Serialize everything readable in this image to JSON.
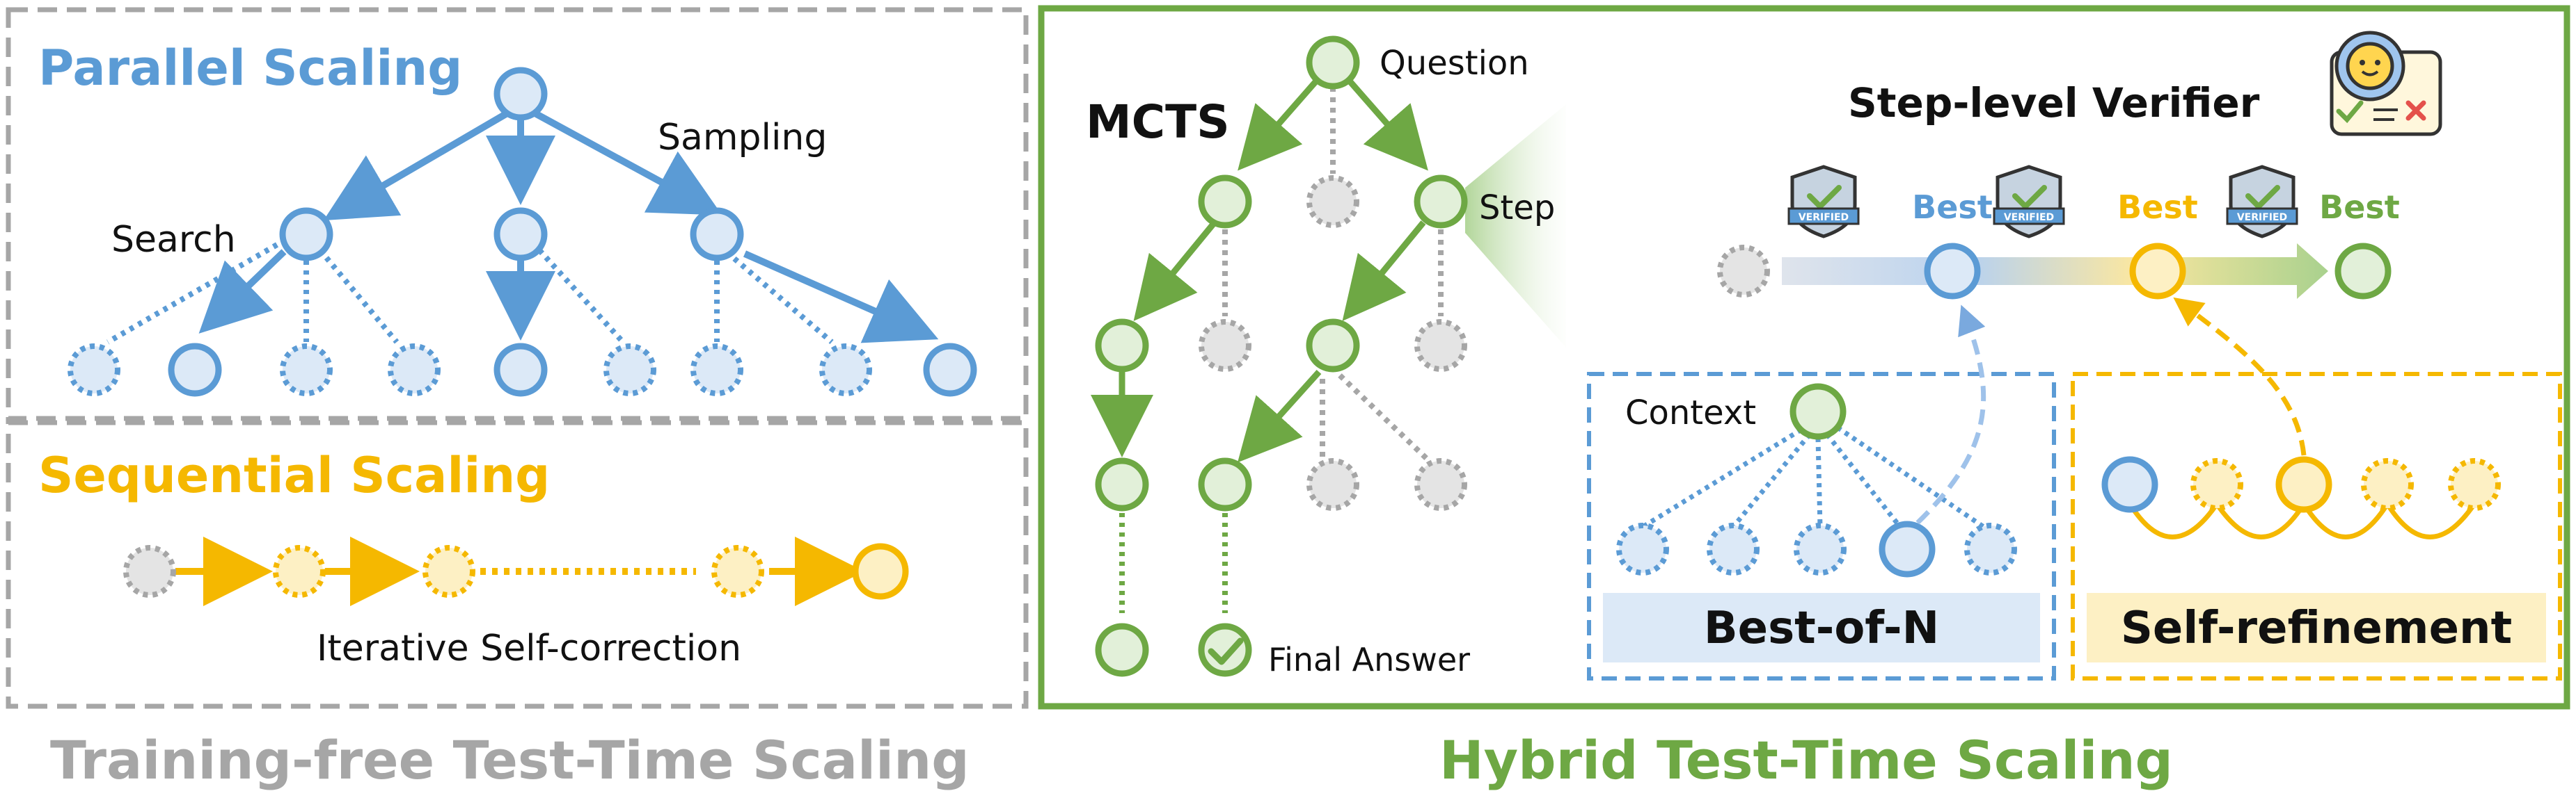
{
  "left_panel": {
    "parallel": {
      "title": "Parallel Scaling",
      "label_search": "Search",
      "label_sampling": "Sampling"
    },
    "sequential": {
      "title": "Sequential Scaling",
      "label_iterative": "Iterative Self-correction"
    },
    "caption": "Training-free Test-Time Scaling"
  },
  "right_panel": {
    "mcts": {
      "title": "MCTS",
      "label_question": "Question",
      "label_step": "Step",
      "label_final_answer": "Final Answer"
    },
    "verifier": {
      "title": "Step-level Verifier",
      "badge_text": "VERIFIED",
      "best_labels": [
        "Best",
        "Best",
        "Best"
      ]
    },
    "best_of_n": {
      "context_label": "Context",
      "title": "Best-of-N"
    },
    "self_refinement": {
      "title": "Self-refinement"
    },
    "caption": "Hybrid Test-Time Scaling"
  },
  "colors": {
    "blue": "#5b9bd5",
    "blue_fill": "#dce9f7",
    "orange": "#f5b800",
    "orange_fill": "#fdf0c4",
    "green": "#6ea844",
    "green_fill": "#e2f0d9",
    "gray": "#a6a6a6",
    "gray_fill": "#e4e4e4",
    "caption_gray": "#a6a6a6"
  }
}
